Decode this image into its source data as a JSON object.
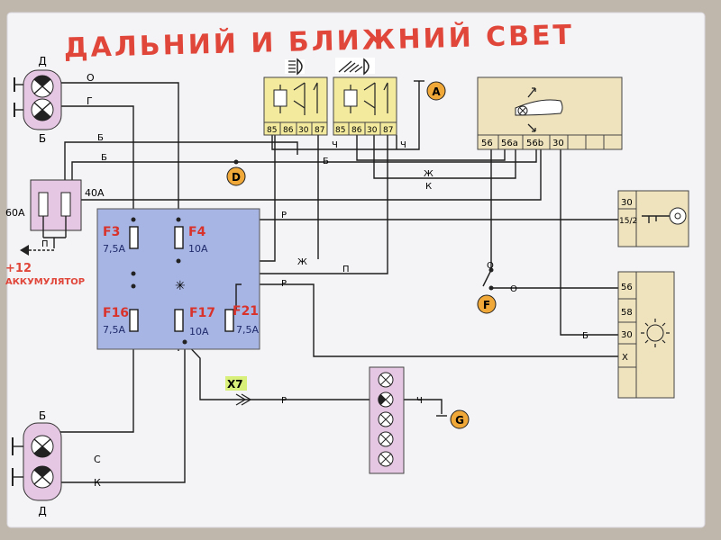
{
  "title": "ДАЛЬНИЙ И БЛИЖНИЙ СВЕТ",
  "colors": {
    "background": "#bfb7ac",
    "paper": "#f4f3f6",
    "title_red": "#e0463a",
    "fuse_box_blue": "#a7b5e4",
    "relay_yellow": "#f3ea9e",
    "block_tan": "#efe3be",
    "label_orange": "#f0a838",
    "headlamp_pink": "#e6c7e3",
    "x7_green": "#d8f07a",
    "wire": "#1d1d1d",
    "fuse_text_red": "#d9322b",
    "fuse_text_blue": "#1f2a6b"
  },
  "headlamp_top": {
    "top_letter": "Д",
    "bottom_letter": "Б",
    "wire_labels": [
      "О",
      "Г"
    ]
  },
  "headlamp_bottom": {
    "top_letter": "Б",
    "bottom_letter": "Д",
    "wire_labels": [
      "С",
      "К"
    ]
  },
  "fusible_links": {
    "left_rating": "60А",
    "right_rating": "40А"
  },
  "battery": {
    "wire_letter": "П",
    "voltage": "+12",
    "label": "АККУМУЛЯТОР"
  },
  "fuses": [
    {
      "id": "F3",
      "rating": "7,5А"
    },
    {
      "id": "F4",
      "rating": "10А"
    },
    {
      "id": "F16",
      "rating": "7,5А"
    },
    {
      "id": "F17",
      "rating": "10А"
    },
    {
      "id": "F21",
      "rating": "7,5А"
    }
  ],
  "relays": [
    {
      "icon": "high-beam-icon",
      "pins": [
        "85",
        "86",
        "30",
        "87"
      ]
    },
    {
      "icon": "low-beam-icon",
      "pins": [
        "85",
        "86",
        "30",
        "87"
      ]
    }
  ],
  "switch_block": {
    "pins": [
      "56",
      "56а",
      "56b",
      "30"
    ]
  },
  "ignition_block": {
    "pins": [
      "30",
      "15/2"
    ]
  },
  "light_switch_block": {
    "pins": [
      "56",
      "58",
      "30",
      "X"
    ]
  },
  "connector": {
    "label": "X7"
  },
  "markers": [
    "A",
    "D",
    "F",
    "G"
  ],
  "wire_letters": {
    "b1": "Б",
    "b2": "Б",
    "ch1": "Ч",
    "ch2": "Ч",
    "b3": "Б",
    "zh1": "Ж",
    "k1": "К",
    "r1": "Р",
    "zh2": "Ж",
    "p1": "П",
    "r2": "Р",
    "o1": "О",
    "o2": "О",
    "b4": "Б",
    "r3": "Р",
    "ch3": "Ч"
  }
}
